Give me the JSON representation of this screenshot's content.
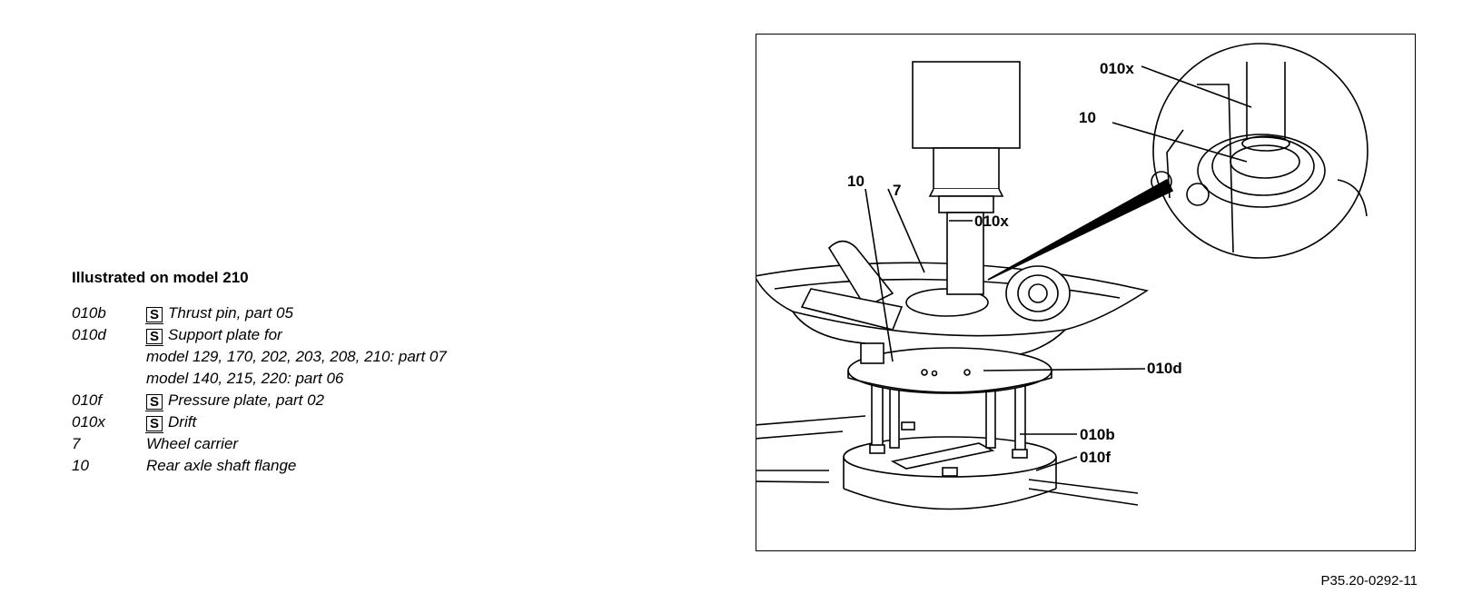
{
  "legend": {
    "heading": "Illustrated on model 210",
    "tool_glyph": "S",
    "items": [
      {
        "code": "010b",
        "text": "Thrust pin, part 05",
        "tool": true
      },
      {
        "code": "010d",
        "text": "Support plate for",
        "tool": true
      },
      {
        "code": "",
        "text": "model 129, 170, 202, 203, 208, 210: part 07",
        "tool": false
      },
      {
        "code": "",
        "text": "model 140, 215, 220: part 06",
        "tool": false
      },
      {
        "code": "010f",
        "text": "Pressure plate, part 02",
        "tool": true
      },
      {
        "code": "010x",
        "text": "Drift",
        "tool": true
      },
      {
        "code": "7",
        "text": "Wheel carrier",
        "tool": false
      },
      {
        "code": "10",
        "text": "Rear axle shaft flange",
        "tool": false
      }
    ]
  },
  "figure": {
    "labels": {
      "l010x_top": "010x",
      "l10_top": "10",
      "l7": "7",
      "l10_left": "10",
      "l010x_mid": "010x",
      "l010d": "010d",
      "l010b": "010b",
      "l010f": "010f"
    },
    "reference": "P35.20-0292-11"
  }
}
